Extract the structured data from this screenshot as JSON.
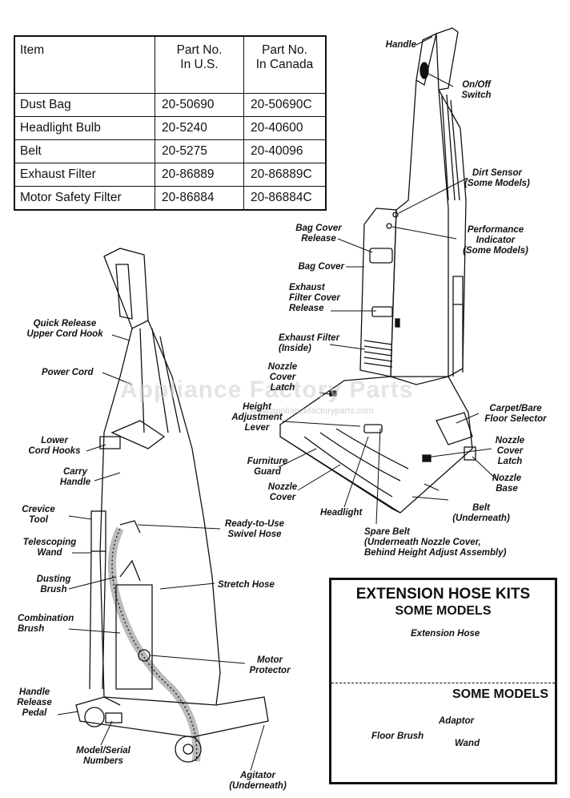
{
  "parts_table": {
    "headers": [
      "Item",
      "Part No.\nIn U.S.",
      "Part No.\nIn Canada"
    ],
    "rows": [
      [
        "Dust Bag",
        "20-50690",
        "20-50690C"
      ],
      [
        "Headlight Bulb",
        "20-5240",
        "20-40600"
      ],
      [
        "Belt",
        "20-5275",
        "20-40096"
      ],
      [
        "Exhaust Filter",
        "20-86889",
        "20-86889C"
      ],
      [
        "Motor Safety Filter",
        "20-86884",
        "20-86884C"
      ]
    ]
  },
  "watermark": {
    "brand": "Appliance Factory Parts",
    "url": "www.appliancefactoryparts.com"
  },
  "labels": {
    "handle": "Handle",
    "on_off_switch": "On/Off\nSwitch",
    "dirt_sensor": "Dirt Sensor\n(Some Models)",
    "performance_indicator": "Performance\nIndicator\n(Some Models)",
    "bag_cover_release": "Bag Cover\nRelease",
    "bag_cover": "Bag Cover",
    "exhaust_filter_cover_release": "Exhaust\nFilter Cover\nRelease",
    "exhaust_filter": "Exhaust Filter\n(Inside)",
    "nozzle_cover_latch_left": "Nozzle\nCover\nLatch",
    "height_adjustment_lever": "Height\nAdjustment\nLever",
    "carpet_bare_floor_selector": "Carpet/Bare\nFloor Selector",
    "nozzle_cover_latch_right": "Nozzle\nCover\nLatch",
    "nozzle_base": "Nozzle\nBase",
    "furniture_guard": "Furniture\nGuard",
    "nozzle_cover": "Nozzle\nCover",
    "headlight": "Headlight",
    "belt_underneath": "Belt\n(Underneath)",
    "spare_belt": "Spare Belt\n(Underneath Nozzle Cover,\nBehind Height Adjust Assembly)",
    "quick_release_upper_cord_hook": "Quick Release\nUpper Cord Hook",
    "power_cord": "Power Cord",
    "lower_cord_hooks": "Lower\nCord Hooks",
    "carry_handle": "Carry\nHandle",
    "crevice_tool": "Crevice\nTool",
    "telescoping_wand": "Telescoping\nWand",
    "dusting_brush": "Dusting\nBrush",
    "combination_brush": "Combination\nBrush",
    "handle_release_pedal": "Handle\nRelease\nPedal",
    "model_serial_numbers": "Model/Serial\nNumbers",
    "agitator": "Agitator\n(Underneath)",
    "ready_to_use_swivel_hose": "Ready-to-Use\nSwivel Hose",
    "stretch_hose": "Stretch Hose",
    "motor_protector": "Motor\nProtector"
  },
  "kit": {
    "title": "EXTENSION HOSE KITS",
    "subtitle": "SOME MODELS",
    "extension_hose": "Extension Hose",
    "some_models": "SOME MODELS",
    "adaptor": "Adaptor",
    "floor_brush": "Floor Brush",
    "wand": "Wand"
  }
}
